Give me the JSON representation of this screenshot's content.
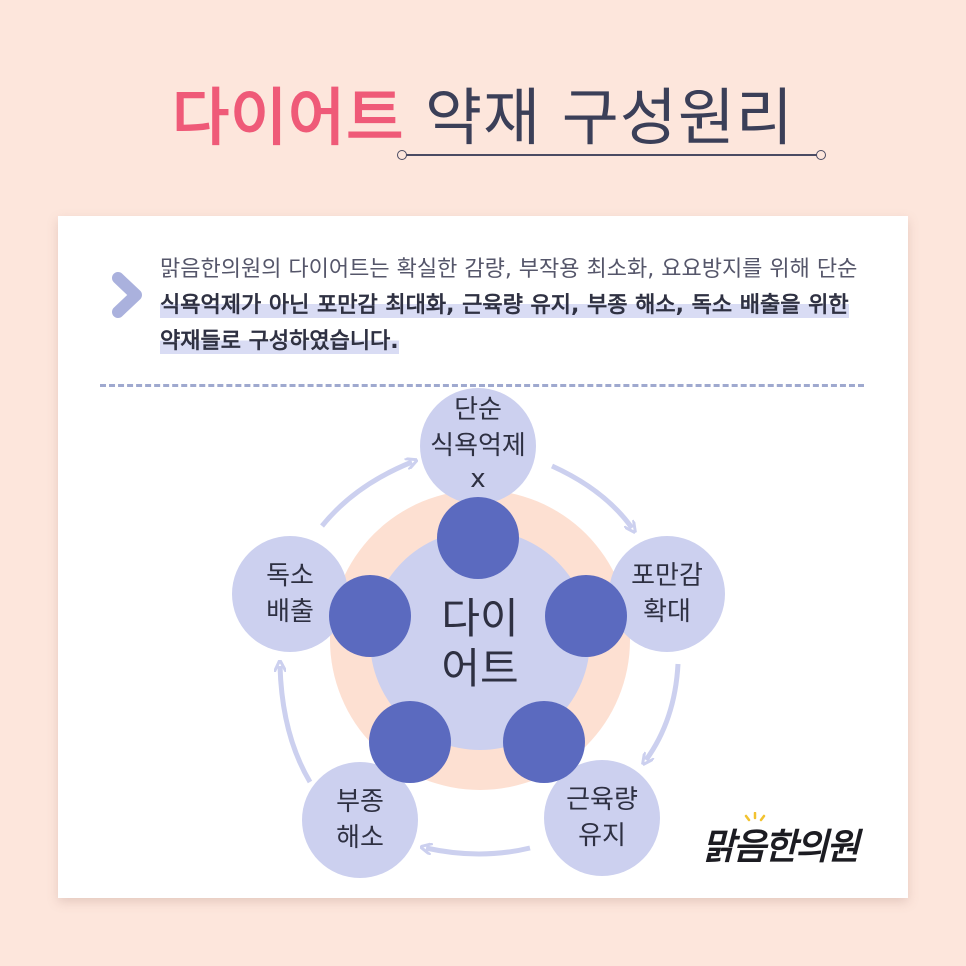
{
  "title": {
    "accent": "다이어트",
    "rest": "약재 구성원리"
  },
  "description": {
    "plain": "맑음한의원의 다이어트는 확실한 감량, 부작용 최소화, 요요방지를 위해  단순 ",
    "highlight": "식욕억제가 아닌 포만감 최대화, 근육량 유지, 부종 해소, 독소 배출을 위한 약재들로 구성하였습니다."
  },
  "diagram": {
    "center": [
      "다이",
      "어트"
    ],
    "nodes": {
      "top": [
        "단순",
        "식욕억제",
        "x"
      ],
      "right": [
        "포만감",
        "확대"
      ],
      "bottom_right": [
        "근육량",
        "유지"
      ],
      "bottom_left": [
        "부종",
        "해소"
      ],
      "left": [
        "독소",
        "배출"
      ]
    }
  },
  "logo": "맑음한의원",
  "colors": {
    "background": "#fde6dc",
    "accent": "#ef5a78",
    "light_circle": "#ccd0ef",
    "dark_circle": "#5b6abf",
    "arrow": "#ccd0ef"
  },
  "icons": {
    "bullet": "chevron-right-icon"
  }
}
